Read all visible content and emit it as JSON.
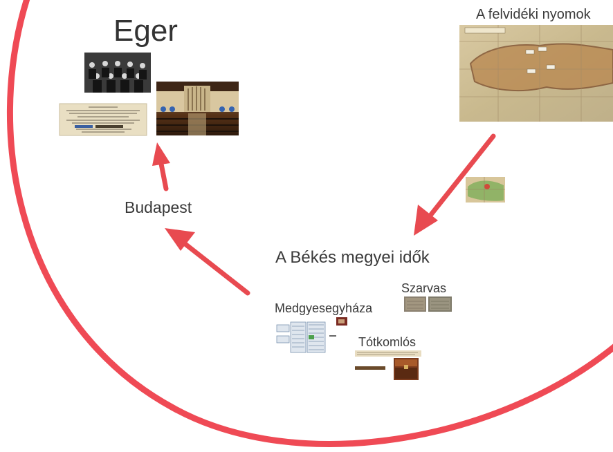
{
  "labels": {
    "eger": "Eger",
    "felvideki": "A felvidéki nyomok",
    "budapest": "Budapest",
    "bekes": "A Békés megyei idők",
    "medgyesegyhaza": "Medgyesegyháza",
    "szarvas": "Szarvas",
    "totkomlos": "Tótkomlós"
  },
  "colors": {
    "circle": "#ef4a55",
    "arrow": "#e84a50",
    "text": "#3a3a3a"
  },
  "thumbnails": {
    "family_photo": "group-portrait-photo",
    "newspaper_clipping": "newspaper-notice",
    "church_interior": "church-organ-interior",
    "historic_map": "upper-hungary-map",
    "small_map": "small-region-map",
    "family_tree": "family-tree-chart",
    "szarvas_photos": [
      "document-scan",
      "document-scan"
    ],
    "totkomlos_items": [
      "handwritten-record",
      "record-strip",
      "wooden-chest"
    ]
  }
}
